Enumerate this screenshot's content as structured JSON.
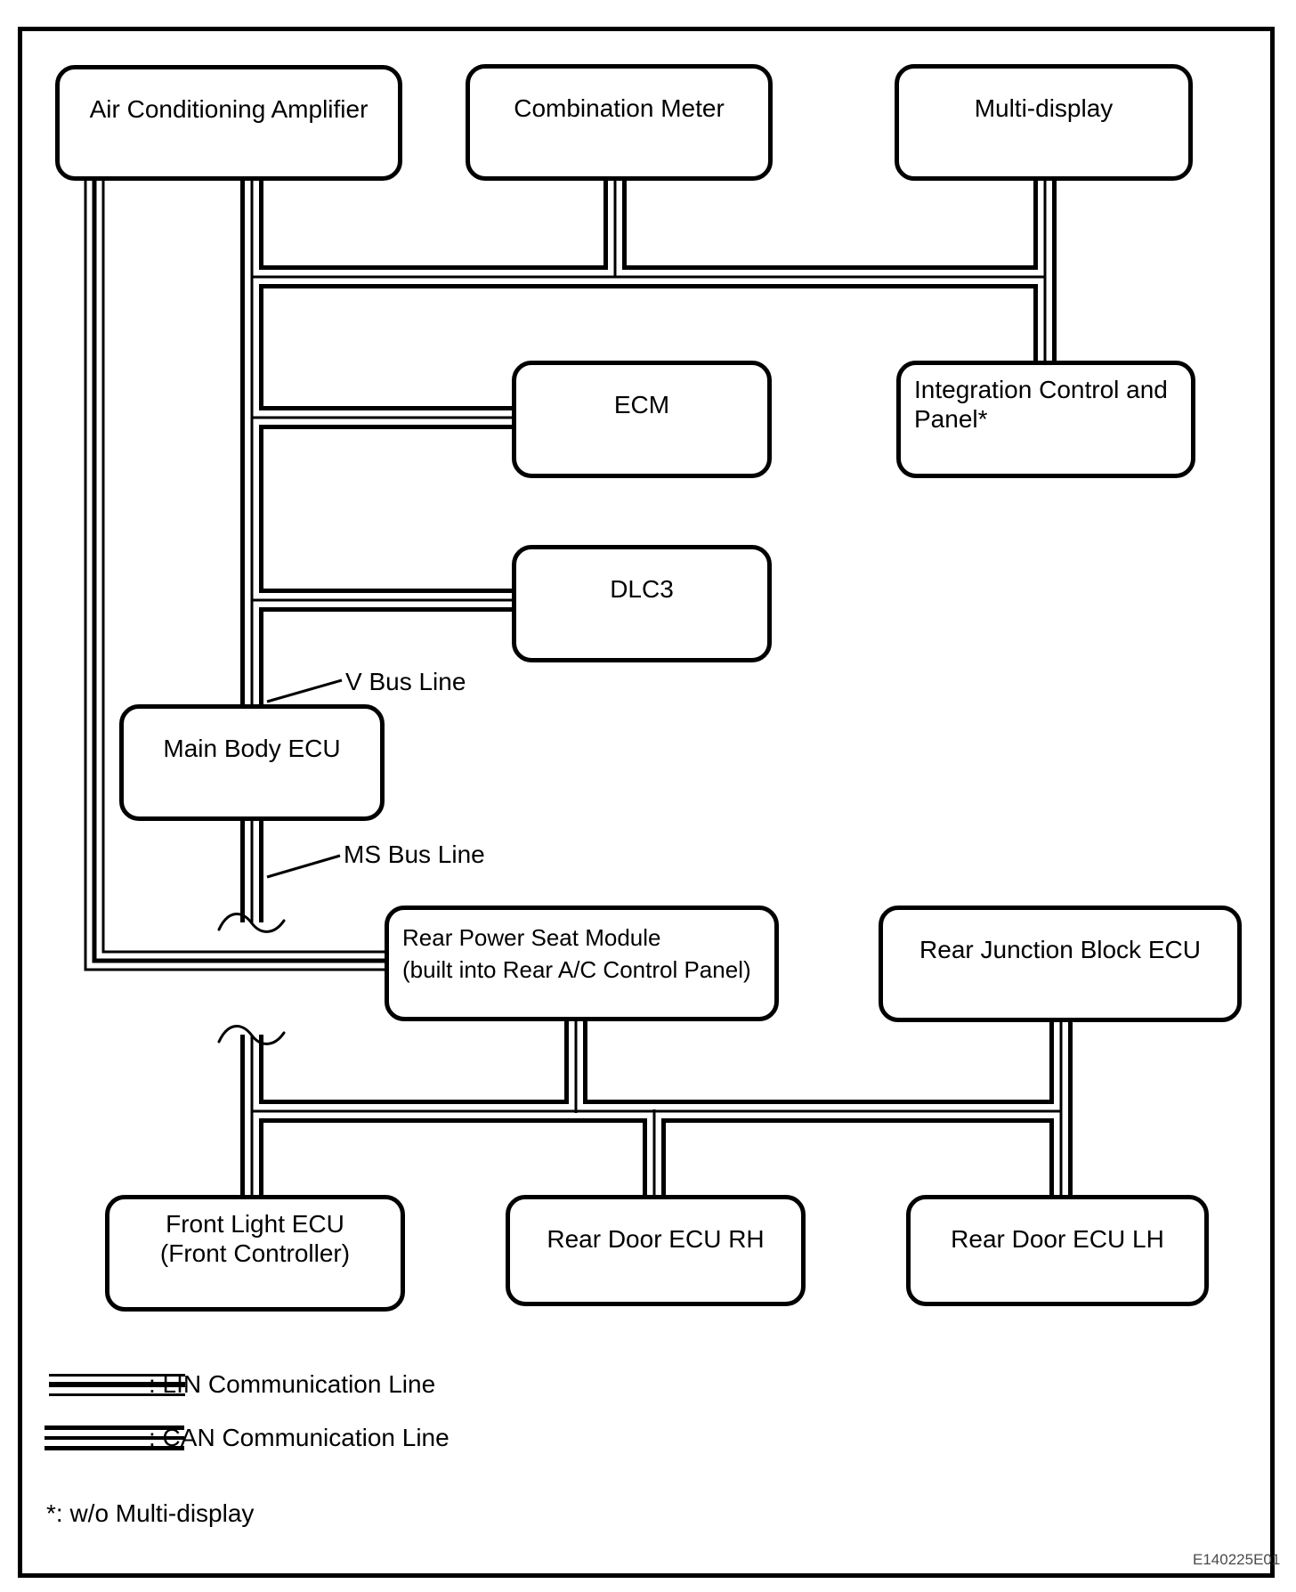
{
  "diagram": {
    "title_note": "*: w/o Multi-display",
    "doc_code": "E140225E01",
    "colors": {
      "line": "#000000",
      "background": "#ffffff",
      "doc_code": "#4a4a4a"
    },
    "nodes": [
      {
        "id": "air-conditioning-amplifier",
        "line1": "Air Conditioning Amplifier",
        "line2": ""
      },
      {
        "id": "combination-meter",
        "line1": "Combination Meter",
        "line2": ""
      },
      {
        "id": "multi-display",
        "line1": "Multi-display",
        "line2": ""
      },
      {
        "id": "ecm",
        "line1": "ECM",
        "line2": ""
      },
      {
        "id": "integration-control-panel",
        "line1": "Integration Control and",
        "line2": "Panel*"
      },
      {
        "id": "dlc3",
        "line1": "DLC3",
        "line2": ""
      },
      {
        "id": "main-body-ecu",
        "line1": "Main Body ECU",
        "line2": ""
      },
      {
        "id": "rear-power-seat-module",
        "line1": "Rear Power Seat Module",
        "line2": "(built into Rear A/C Control Panel)"
      },
      {
        "id": "rear-junction-block-ecu",
        "line1": "Rear Junction Block ECU",
        "line2": ""
      },
      {
        "id": "front-light-ecu",
        "line1": "Front Light ECU",
        "line2": "(Front Controller)"
      },
      {
        "id": "rear-door-ecu-rh",
        "line1": "Rear Door ECU RH",
        "line2": ""
      },
      {
        "id": "rear-door-ecu-lh",
        "line1": "Rear Door ECU LH",
        "line2": ""
      }
    ],
    "bus_labels": {
      "v_bus": "V Bus Line",
      "ms_bus": "MS Bus Line"
    },
    "legend": {
      "lin_label": ": LIN Communication Line",
      "can_label": ": CAN Communication Line"
    }
  }
}
